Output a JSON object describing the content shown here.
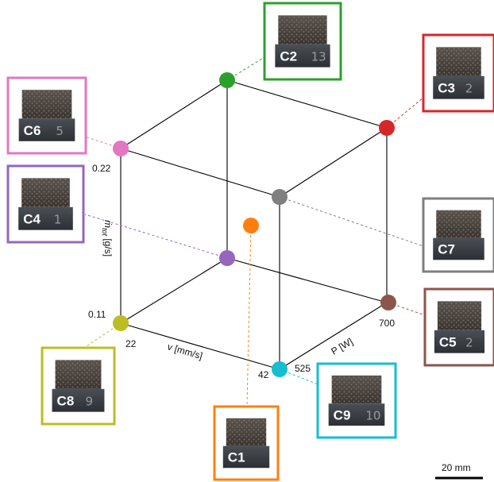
{
  "axes": {
    "mdot": {
      "label": "ṁ",
      "subscript": "tot",
      "unit": " [g/s]",
      "min": "0.11",
      "max": "0.22"
    },
    "v": {
      "label": "v [mm/s]",
      "min": "22",
      "max": "42"
    },
    "p": {
      "label": "P [W]",
      "min": "525",
      "max": "700"
    }
  },
  "scale_bar": {
    "label": "20 mm"
  },
  "samples": [
    {
      "id": "C1",
      "color": "#ff7f0e",
      "mark": ""
    },
    {
      "id": "C2",
      "color": "#2ca02c",
      "mark": "13"
    },
    {
      "id": "C3",
      "color": "#d62728",
      "mark": "2"
    },
    {
      "id": "C4",
      "color": "#9467bd",
      "mark": "1"
    },
    {
      "id": "C5",
      "color": "#8c564b",
      "mark": "2"
    },
    {
      "id": "C6",
      "color": "#e377c2",
      "mark": "5"
    },
    {
      "id": "C7",
      "color": "#7f7f7f",
      "mark": ""
    },
    {
      "id": "C8",
      "color": "#bcbd22",
      "mark": "9"
    },
    {
      "id": "C9",
      "color": "#17becf",
      "mark": "10"
    }
  ]
}
